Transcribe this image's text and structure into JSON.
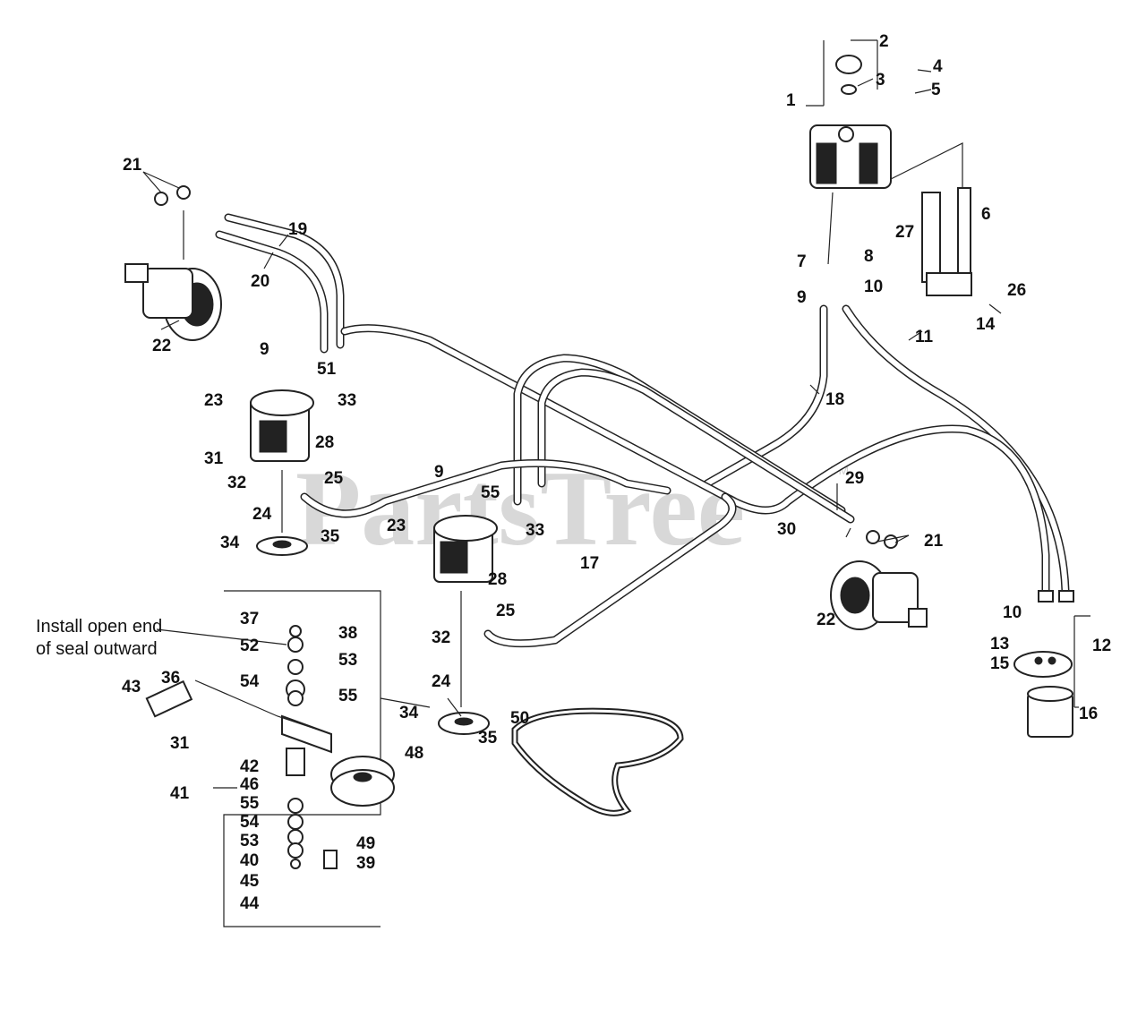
{
  "watermark": "PartsTree",
  "trademark": "TM",
  "note": {
    "line1": "Install open end",
    "line2": "of seal outward"
  },
  "callouts": {
    "c1": "1",
    "c2": "2",
    "c3": "3",
    "c4": "4",
    "c5": "5",
    "c6": "6",
    "c7": "7",
    "c8": "8",
    "c9a": "9",
    "c9b": "9",
    "c9c": "9",
    "c10a": "10",
    "c10b": "10",
    "c11": "11",
    "c12": "12",
    "c13": "13",
    "c14": "14",
    "c15": "15",
    "c16": "16",
    "c17": "17",
    "c18": "18",
    "c19": "19",
    "c20": "20",
    "c21a": "21",
    "c21b": "21",
    "c22a": "22",
    "c22b": "22",
    "c23a": "23",
    "c23b": "23",
    "c24a": "24",
    "c24b": "24",
    "c25a": "25",
    "c25b": "25",
    "c26": "26",
    "c27": "27",
    "c28a": "28",
    "c28b": "28",
    "c29": "29",
    "c30": "30",
    "c31a": "31",
    "c31b": "31",
    "c32a": "32",
    "c32b": "32",
    "c33a": "33",
    "c33b": "33",
    "c34a": "34",
    "c34b": "34",
    "c35a": "35",
    "c35b": "35",
    "c36": "36",
    "c37": "37",
    "c38": "38",
    "c39": "39",
    "c40": "40",
    "c41": "41",
    "c42": "42",
    "c43": "43",
    "c44": "44",
    "c45": "45",
    "c46": "46",
    "c48": "48",
    "c49": "49",
    "c50": "50",
    "c51": "51",
    "c52": "52",
    "c53a": "53",
    "c53b": "53",
    "c54a": "54",
    "c54b": "54",
    "c55a": "55",
    "c55b": "55",
    "c55c": "55"
  }
}
